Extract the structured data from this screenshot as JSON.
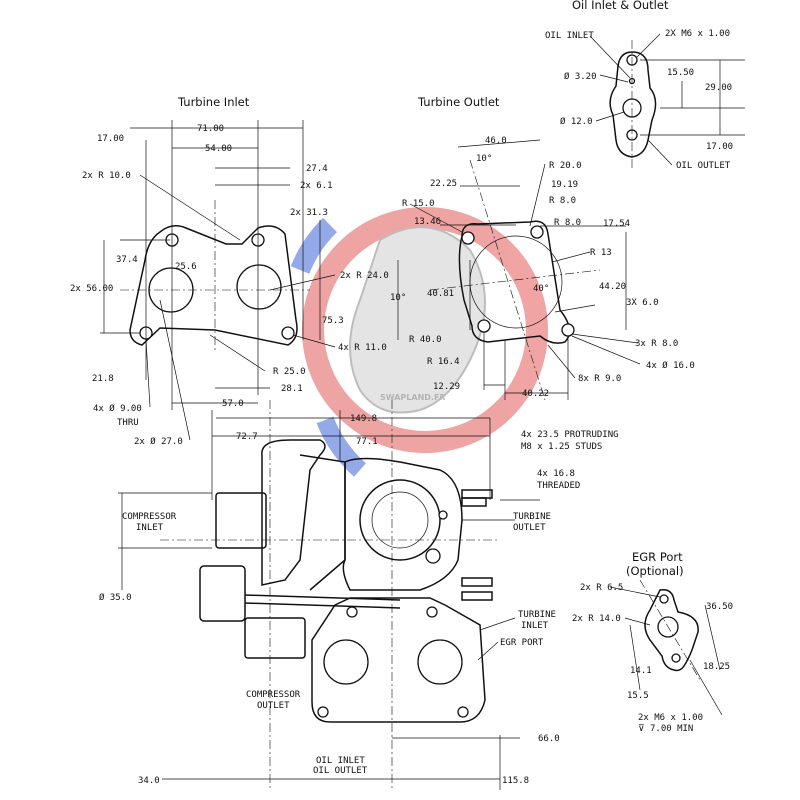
{
  "titles": {
    "oil": "Oil Inlet & Outlet",
    "turbine_inlet": "Turbine Inlet",
    "turbine_outlet": "Turbine Outlet",
    "egr_1": "EGR Port",
    "egr_2": "(Optional)"
  },
  "watermark": {
    "text": "SWAPLAND.FR",
    "colors": [
      "#e03030",
      "#2a55c8"
    ]
  },
  "oil": {
    "labels": [
      "2X M6 x 1.00",
      "OIL INLET",
      "Ø 3.20",
      "15.50",
      "29.00",
      "Ø 12.0",
      "17.00",
      "OIL OUTLET"
    ]
  },
  "turbine_inlet": {
    "labels": [
      "71.00",
      "17.00",
      "54.00",
      "2x R 10.0",
      "27.4",
      "2x 6.1",
      "2x 31.3",
      "37.4",
      "25.6",
      "2x 56.00",
      "2x R 24.0",
      "75.3",
      "4x R 11.0",
      "R 25.0",
      "21.8",
      "28.1",
      "4x Ø 9.00",
      "THRU",
      "57.0",
      "2x Ø 27.0"
    ]
  },
  "turbine_outlet": {
    "labels": [
      "46.0",
      "10°",
      "R 20.0",
      "22.25",
      "19.19",
      "R 15.0",
      "R 8.0",
      "13.46",
      "R 8.0",
      "17.54",
      "R 13",
      "10°",
      "40.81",
      "40°",
      "44.20",
      "3X 6.0",
      "R 40.0",
      "3x R 8.0",
      "R 16.4",
      "4x Ø 16.0",
      "8x R 9.0",
      "12.29",
      "40.22"
    ]
  },
  "assembly": {
    "labels": [
      "149.8",
      "72.7",
      "77.1",
      "4x 23.5 PROTRUDING",
      "M8 x 1.25 STUDS",
      "4x 16.8",
      "THREADED",
      "COMPRESSOR",
      "INLET",
      "TURBINE",
      "OUTLET",
      "Ø 35.0",
      "TURBINE",
      "INLET",
      "EGR PORT",
      "COMPRESSOR",
      "OUTLET",
      "66.0",
      "OIL INLET",
      "OIL OUTLET",
      "34.0",
      "115.8"
    ]
  },
  "egr": {
    "labels": [
      "2x R 6.5",
      "36.50",
      "2x R 14.0",
      "14.1",
      "18.25",
      "15.5",
      "2x M6 x 1.00",
      "⊽ 7.00 MIN"
    ]
  }
}
